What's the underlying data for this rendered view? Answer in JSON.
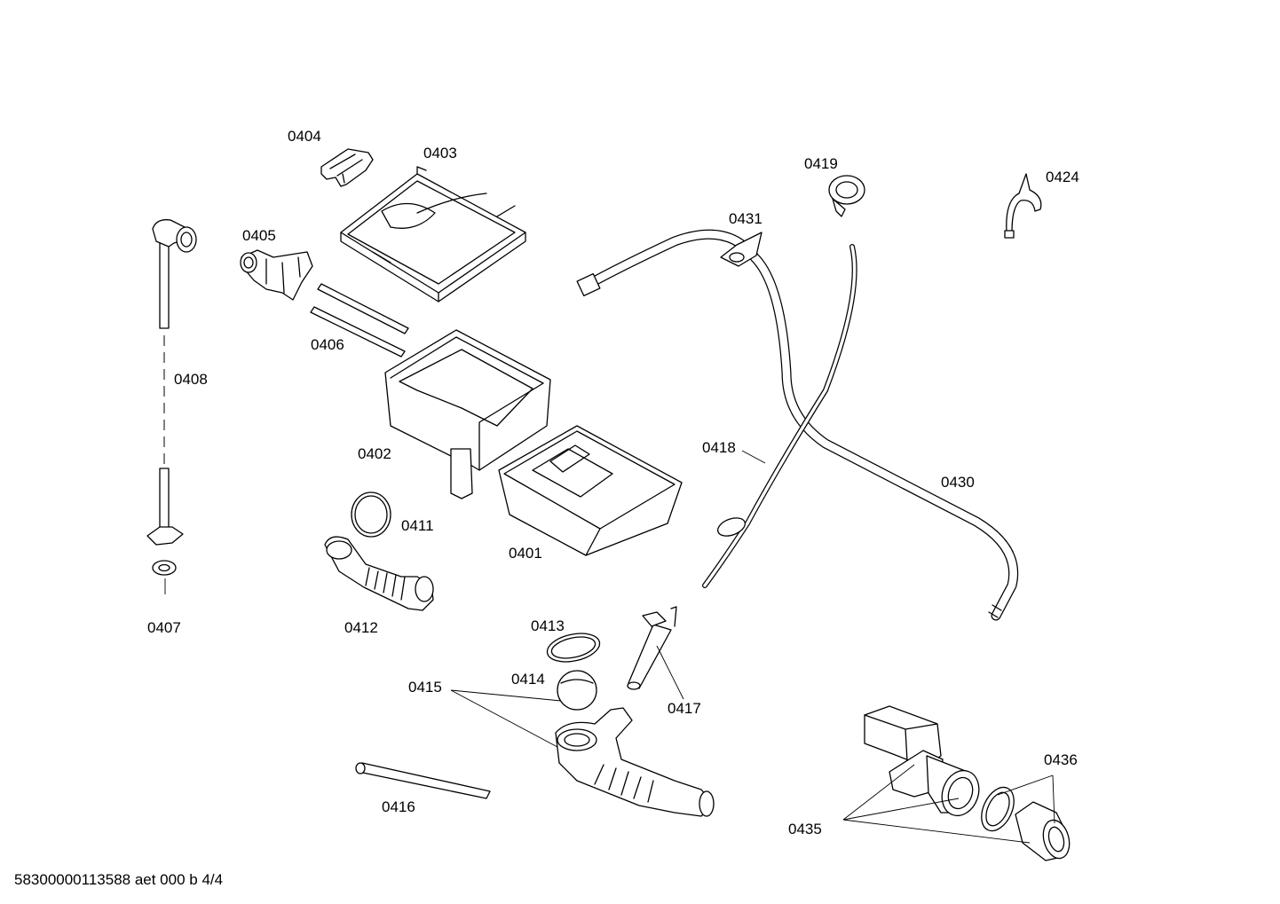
{
  "labels": {
    "p0401": "0401",
    "p0402": "0402",
    "p0403": "0403",
    "p0404": "0404",
    "p0405": "0405",
    "p0406": "0406",
    "p0407": "0407",
    "p0408": "0408",
    "p0411": "0411",
    "p0412": "0412",
    "p0413": "0413",
    "p0414": "0414",
    "p0415": "0415",
    "p0416": "0416",
    "p0417": "0417",
    "p0418": "0418",
    "p0419": "0419",
    "p0424": "0424",
    "p0430": "0430",
    "p0431": "0431",
    "p0435": "0435",
    "p0436": "0436"
  },
  "footer": {
    "document_id": "58300000113588 aet 000 b 4/4"
  }
}
